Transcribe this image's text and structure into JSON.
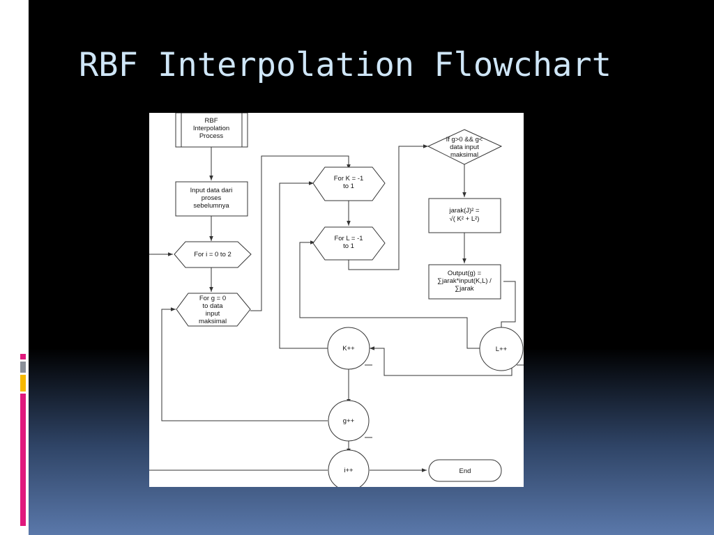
{
  "slide": {
    "title": "RBF Interpolation Flowchart"
  },
  "theme": {
    "title_color": "#cfe6f7",
    "accent_colors": [
      "#e0197d",
      "#8a8f99",
      "#f5b800",
      "#e0197d"
    ]
  },
  "flowchart": {
    "nodes": {
      "start": [
        "RBF",
        "Interpolation",
        "Process"
      ],
      "input": [
        "Input data dari",
        "proses",
        "sebelumnya"
      ],
      "loop_i": [
        "For i = 0 to 2"
      ],
      "loop_g": [
        "For g = 0",
        "to data",
        "input",
        "maksimal"
      ],
      "loop_k": [
        "For  K = -1",
        "to 1"
      ],
      "loop_l": [
        "For L = -1",
        "to 1"
      ],
      "condition": [
        "If g>0 && g<",
        "data input",
        "maksimal"
      ],
      "distance": [
        "jarak(J)² =",
        "√( K² + L²)"
      ],
      "output": [
        "Output(g) =",
        "∑jarak*input(K,L) /",
        "∑jarak"
      ],
      "inc_l": [
        "L++"
      ],
      "inc_k": [
        "K++"
      ],
      "inc_g": [
        "g++"
      ],
      "inc_i": [
        "i++"
      ],
      "end": [
        "End"
      ]
    }
  }
}
